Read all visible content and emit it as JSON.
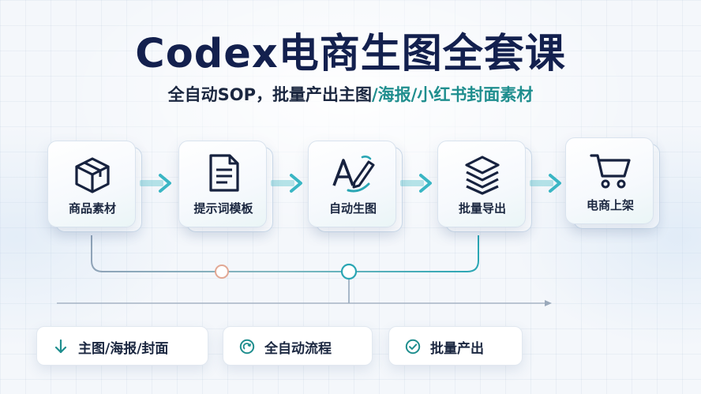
{
  "title": "Codex电商生图全套课",
  "subtitle": {
    "lead": "全自动SOP，批量产出主图",
    "highlight_1": "/海报/",
    "highlight_2": "小红书封面素材"
  },
  "steps": [
    {
      "label": "商品素材",
      "icon": "box-icon"
    },
    {
      "label": "提示词模板",
      "icon": "document-icon"
    },
    {
      "label": "自动生图",
      "icon": "ai-pen-icon"
    },
    {
      "label": "批量导出",
      "icon": "layers-icon"
    },
    {
      "label": "电商上架",
      "icon": "cart-icon"
    }
  ],
  "features": [
    {
      "label": "主图/海报/封面",
      "icon": "arrow-down-icon"
    },
    {
      "label": "全自动流程",
      "icon": "refresh-circle-icon"
    },
    {
      "label": "批量产出",
      "icon": "check-circle-icon"
    }
  ],
  "colors": {
    "title": "#13204e",
    "accent": "#1f8e8e",
    "arrow": "#3ab6c4",
    "node_warm": "#e2a894",
    "node_teal": "#2aa6b4"
  }
}
